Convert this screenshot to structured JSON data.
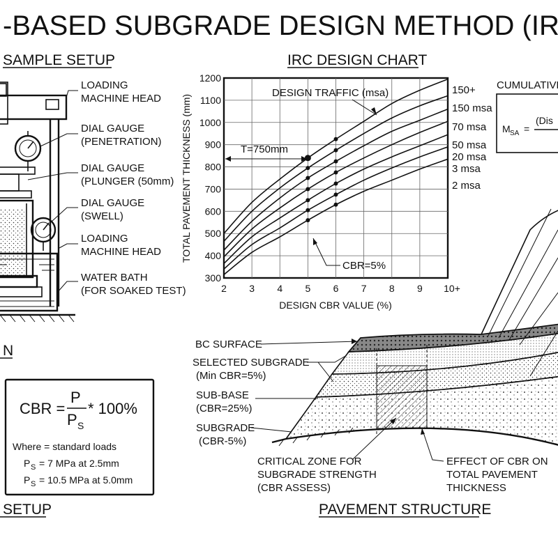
{
  "title": "-BASED SUBGRADE DESIGN METHOD (IRC STANDA",
  "sections": {
    "sample_setup": "SAMPLE SETUP",
    "irc_chart": "IRC DESIGN CHART",
    "pavement_structure": "PAVEMENT STRUCTURE",
    "setup_bottom": "SETUP",
    "left_mid_fragment": "N"
  },
  "apparatus_labels": [
    {
      "line1": "LOADING",
      "line2": "MACHINE HEAD"
    },
    {
      "line1": "DIAL GAUGE",
      "line2": "(PENETRATION)"
    },
    {
      "line1": "DIAL GAUGE",
      "line2": "(PLUNGER (50mm)"
    },
    {
      "line1": "DIAL GAUGE",
      "line2": "(SWELL)"
    },
    {
      "line1": "LOADING",
      "line2": "MACHINE HEAD"
    },
    {
      "line1": "WATER BATH",
      "line2": "(FOR SOAKED TEST)"
    }
  ],
  "formula": {
    "lhs": "CBR =",
    "numerator": "P",
    "denominator": "P",
    "denominator_sub": "S",
    "multiplier": "* 100%",
    "where": "Where = standard loads",
    "ps1_prefix": "P",
    "ps1_sub": "S",
    "ps1_text": "= 7 MPa at 2.5mm",
    "ps2_prefix": "P",
    "ps2_sub": "S",
    "ps2_text": "= 10.5 MPa at 5.0mm"
  },
  "cumulative_box": {
    "title": "CUMULATIVE",
    "lhs": "M",
    "lhs_sub": "SA",
    "eq": "=",
    "partial": "(Dis"
  },
  "pavement_labels": {
    "bc_surface": "BC SURFACE",
    "selected_subgrade_1": "SELECTED SUBGRADE",
    "selected_subgrade_2": "(Min CBR=5%)",
    "sub_base_1": "SUB-BASE",
    "sub_base_2": "(CBR=25%)",
    "subgrade_1": "SUBGRADE",
    "subgrade_2": "(CBR-5%)",
    "critical_1": "CRITICAL ZONE FOR",
    "critical_2": "SUBGRADE STRENGTH",
    "critical_3": "(CBR ASSESS)",
    "effect_1": "EFFECT OF CBR ON",
    "effect_2": "TOTAL PAVEMENT",
    "effect_3": "THICKNESS"
  },
  "chart_data": {
    "type": "line",
    "title": "IRC DESIGN CHART",
    "xlabel": "DESIGN CBR VALUE (%)",
    "ylabel": "TOTAL PAVEMENT THICKNESS (mm)",
    "xlim": [
      2,
      10
    ],
    "ylim": [
      300,
      1200
    ],
    "x_ticks": [
      "2",
      "3",
      "4",
      "5",
      "6",
      "7",
      "8",
      "9",
      "10+"
    ],
    "y_ticks": [
      "300",
      "400",
      "500",
      "600",
      "700",
      "800",
      "900",
      "1000",
      "1100",
      "1200"
    ],
    "grid": true,
    "x": [
      2,
      3,
      4,
      5,
      6,
      7,
      8,
      9,
      10
    ],
    "series": [
      {
        "name": "150+",
        "values": [
          500,
          640,
          745,
          840,
          925,
          1005,
          1085,
          1145,
          1195
        ]
      },
      {
        "name": "150 msa",
        "values": [
          465,
          600,
          705,
          795,
          875,
          950,
          1020,
          1075,
          1120
        ]
      },
      {
        "name": "70 msa",
        "values": [
          425,
          555,
          660,
          750,
          825,
          895,
          960,
          1010,
          1060
        ]
      },
      {
        "name": "50 msa",
        "values": [
          395,
          520,
          615,
          700,
          775,
          840,
          900,
          955,
          1005
        ]
      },
      {
        "name": "20 msa",
        "values": [
          365,
          485,
          570,
          650,
          725,
          790,
          845,
          895,
          945
        ]
      },
      {
        "name": "3 msa",
        "values": [
          340,
          450,
          525,
          605,
          675,
          740,
          795,
          845,
          890
        ]
      },
      {
        "name": "2 msa",
        "values": [
          315,
          415,
          485,
          560,
          630,
          690,
          740,
          790,
          835
        ]
      }
    ],
    "legend_title": "DESIGN TRAFFIC (msa)",
    "annotations": [
      {
        "text": "T=750mm",
        "x": 5,
        "y": 840
      },
      {
        "text": "CBR=5%",
        "x": 5,
        "y": 510
      }
    ]
  }
}
